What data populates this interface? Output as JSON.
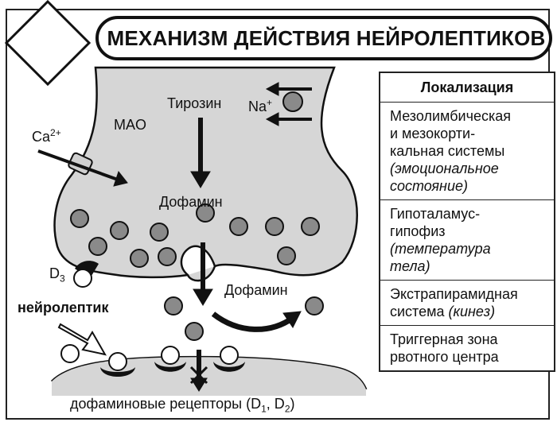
{
  "title": "МЕХАНИЗМ ДЕЙСТВИЯ НЕЙРОЛЕПТИКОВ",
  "labels": {
    "tyrosine": "Тирозин",
    "mao": "MAO",
    "na": "Na",
    "na_sup": "+",
    "ca": "Ca",
    "ca_sup": "2+",
    "dopamine_inside": "Дофамин",
    "dopamine_cleft": "Дофамин",
    "d3": "D",
    "d3_sub": "3",
    "neuroleptic": "нейролептик",
    "receptors_prefix": "дофаминовые рецепторы (D",
    "receptors_sub1": "1",
    "receptors_mid": ", D",
    "receptors_sub2": "2",
    "receptors_suffix": ")"
  },
  "table": {
    "header": "Локализация",
    "rows": [
      {
        "lines": [
          "Мезолимбическая",
          "и мезокорти-",
          "кальная системы"
        ],
        "italic_lines": [
          "(эмоциональное",
          "состояние)"
        ]
      },
      {
        "lines": [
          "Гипоталамус-",
          "гипофиз"
        ],
        "italic_lines": [
          "(температура",
          "тела)"
        ]
      },
      {
        "lines": [
          "Экстрапирамидная"
        ],
        "mixed_line": {
          "text": "система ",
          "italic": "(кинез)"
        }
      },
      {
        "lines": [
          "Триггерная зона",
          "рвотного центра"
        ],
        "italic_lines": []
      }
    ]
  },
  "colors": {
    "terminal_fill": "#d6d6d6",
    "vesicle_fill": "#8a8a8a",
    "outline": "#111111"
  }
}
